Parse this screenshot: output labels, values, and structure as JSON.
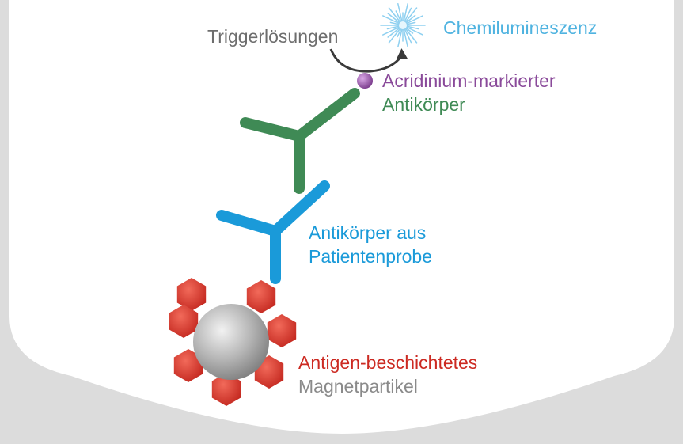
{
  "labels": {
    "trigger": "Triggerlösungen",
    "chemiluminescence": "Chemilumineszenz",
    "acridinium_line1": "Acridinium-markierter",
    "acridinium_line2": "Antikörper",
    "patient_line1": "Antikörper aus",
    "patient_line2": "Patientenprobe",
    "antigen_line1": "Antigen-beschichtetes",
    "antigen_line2": "Magnetpartikel"
  },
  "colors": {
    "trigger": "#6d6d6d",
    "chemiluminescence": "#4fb3e0",
    "acridinium": "#8a4a9a",
    "green_antibody": "#3f8a55",
    "blue_antibody": "#1a9ad9",
    "antigen": "#cc2a22",
    "magnet": "#8a8a8a",
    "well_fill": "#ffffff",
    "background": "#dcdcdc"
  }
}
